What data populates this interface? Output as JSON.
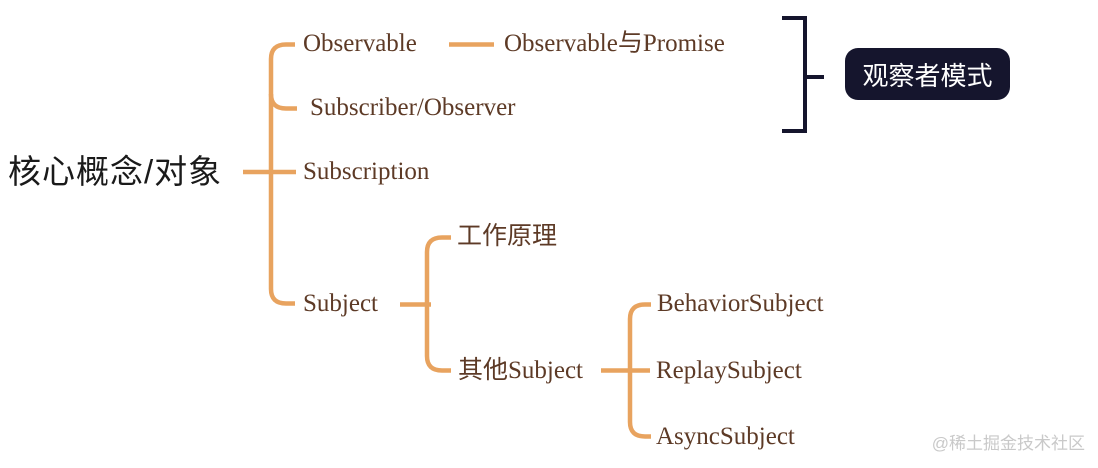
{
  "mindmap": {
    "root": {
      "label": "核心概念/对象"
    },
    "children": [
      {
        "label": "Observable",
        "children": [
          {
            "label": "Observable与Promise"
          }
        ]
      },
      {
        "label": "Subscriber/Observer"
      },
      {
        "label": "Subscription"
      },
      {
        "label": "Subject",
        "children": [
          {
            "label": "工作原理"
          },
          {
            "label": "其他Subject",
            "children": [
              {
                "label": "BehaviorSubject"
              },
              {
                "label": "ReplaySubject"
              },
              {
                "label": "AsyncSubject"
              }
            ]
          }
        ]
      }
    ]
  },
  "annotation_badge": {
    "label": "观察者模式"
  },
  "watermark": {
    "label": "@稀土掘金技术社区"
  },
  "colors": {
    "branch_line": "#e8a35f",
    "node_text": "#5d3a26",
    "root_text": "#1a1a1a",
    "bracket": "#15152d",
    "badge_bg": "#15152d",
    "badge_text": "#ffffff",
    "watermark_text": "#c9c9c9",
    "canvas_bg": "#ffffff"
  }
}
